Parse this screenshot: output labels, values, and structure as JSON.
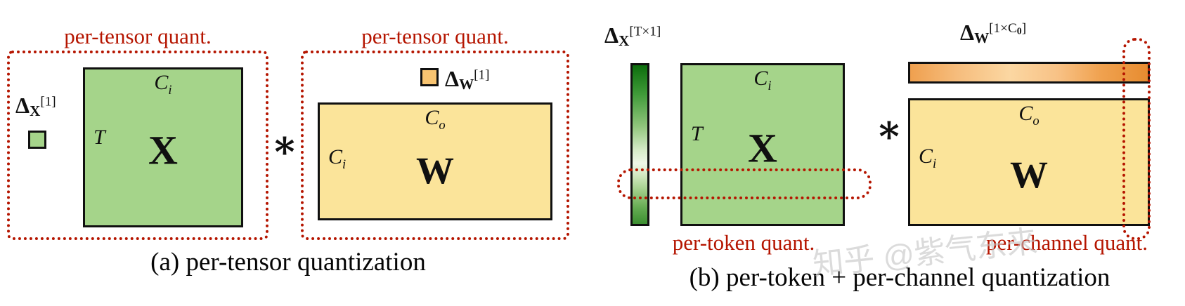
{
  "colors": {
    "matrix_green": "#a5d48a",
    "matrix_yellow": "#fbe49a",
    "delta_orange_square": "#f8c471",
    "accent_red": "#b51500",
    "border_black": "#101010"
  },
  "panel_a": {
    "caption": "(a) per-tensor quantization",
    "operator": "∗",
    "x_quant_label": "per-tensor quant.",
    "w_quant_label": "per-tensor quant.",
    "x_delta": {
      "sym": "Δ",
      "sub": "X",
      "sup": "[1]"
    },
    "w_delta": {
      "sym": "Δ",
      "sub": "W",
      "sup": "[1]"
    },
    "x_matrix": {
      "name": "X",
      "dim_top_base": "C",
      "dim_top_sub": "i",
      "dim_left": "T"
    },
    "w_matrix": {
      "name": "W",
      "dim_top_base": "C",
      "dim_top_sub": "o",
      "dim_left_base": "C",
      "dim_left_sub": "i"
    }
  },
  "panel_b": {
    "caption": "(b) per-token + per-channel quantization",
    "operator": "∗",
    "token_quant_label": "per-token quant.",
    "channel_quant_label": "per-channel quant.",
    "x_delta": {
      "sym": "Δ",
      "sub": "X",
      "sup": "[T×1]"
    },
    "w_delta": {
      "sym": "Δ",
      "sub": "W",
      "sup_pre": "[1×C",
      "sup_sub": "0",
      "sup_post": "]"
    },
    "x_matrix": {
      "name": "X",
      "dim_top_base": "C",
      "dim_top_sub": "i",
      "dim_left": "T"
    },
    "w_matrix": {
      "name": "W",
      "dim_top_base": "C",
      "dim_top_sub": "o",
      "dim_left_base": "C",
      "dim_left_sub": "i"
    }
  },
  "watermark": "知乎 @紫气东来"
}
